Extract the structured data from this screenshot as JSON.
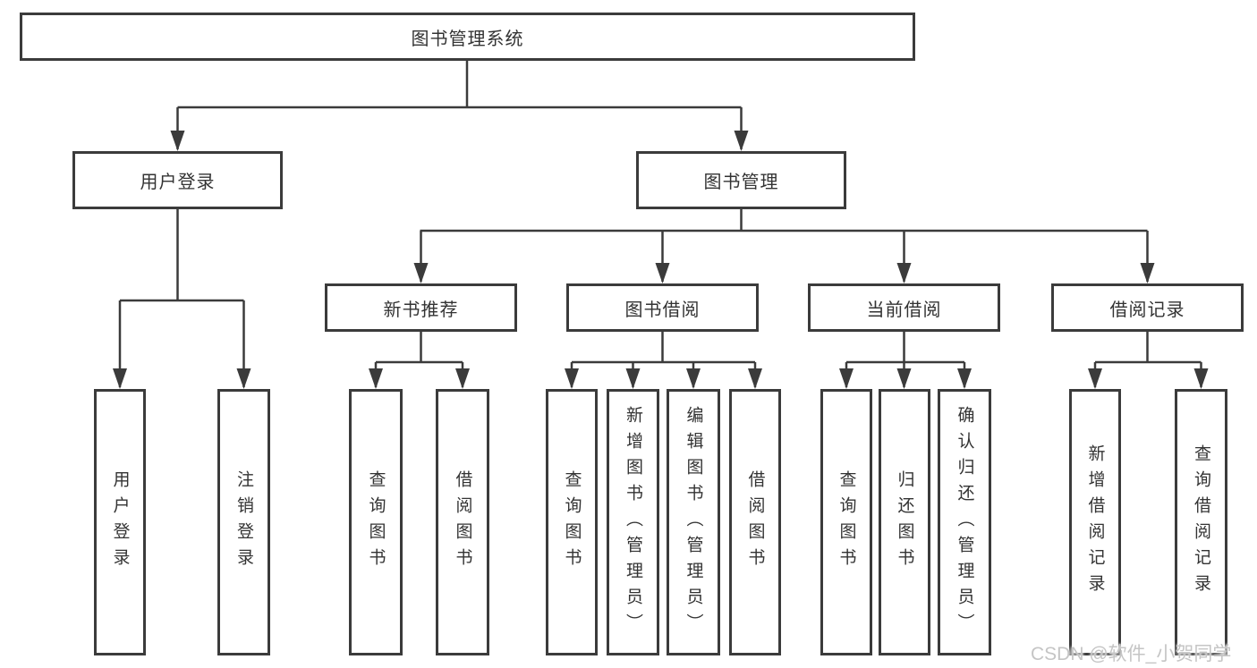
{
  "diagram": {
    "type": "hierarchy-tree",
    "title": "图书管理系统"
  },
  "tree": {
    "label": "图书管理系统",
    "children": [
      {
        "label": "用户登录",
        "children": [
          {
            "label": "用户登录"
          },
          {
            "label": "注销登录"
          }
        ]
      },
      {
        "label": "图书管理",
        "children": [
          {
            "label": "新书推荐",
            "children": [
              {
                "label": "查询图书"
              },
              {
                "label": "借阅图书"
              }
            ]
          },
          {
            "label": "图书借阅",
            "children": [
              {
                "label": "查询图书"
              },
              {
                "label": "新增图书（管理员）"
              },
              {
                "label": "编辑图书（管理员）"
              },
              {
                "label": "借阅图书"
              }
            ]
          },
          {
            "label": "当前借阅",
            "children": [
              {
                "label": "查询图书"
              },
              {
                "label": "归还图书"
              },
              {
                "label": "确认归还（管理员）"
              }
            ]
          },
          {
            "label": "借阅记录",
            "children": [
              {
                "label": "新增借阅记录"
              },
              {
                "label": "查询借阅记录"
              }
            ]
          }
        ]
      }
    ]
  },
  "watermark": {
    "text": "CSDN @软件_小贺同学"
  },
  "colors": {
    "line": "#3b3b3b",
    "text": "#333333",
    "watermark": "#c5c5c5",
    "background": "#ffffff"
  }
}
